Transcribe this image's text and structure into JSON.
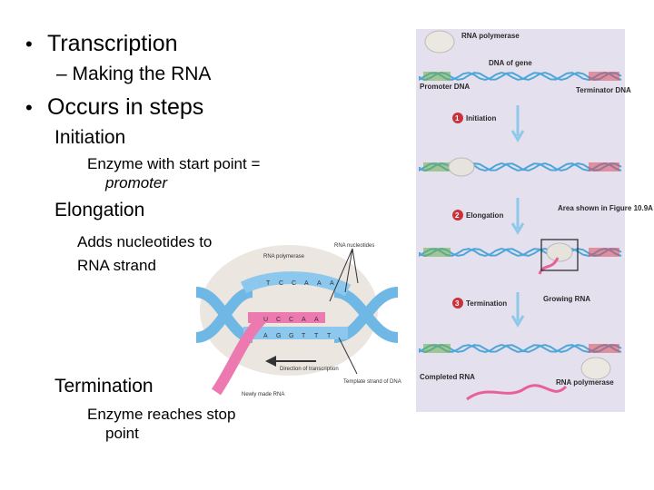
{
  "bullets": {
    "transcription": "Transcription",
    "making_rna": "Making the RNA",
    "occurs_in_steps": "Occurs in steps"
  },
  "steps": {
    "initiation_heading": "Initiation",
    "initiation_line1": "Enzyme with start point =",
    "initiation_line2": "promoter",
    "elongation_heading": "Elongation",
    "elongation_line1": "Adds nucleotides to",
    "elongation_line2": "RNA strand",
    "termination_heading": "Termination",
    "termination_line1": "Enzyme reaches stop",
    "termination_line2": "point"
  },
  "center_figure": {
    "rna_polymerase": "RNA polymerase",
    "rna_nucleotides": "RNA nucleotides",
    "direction": "Direction of transcription",
    "newly_made_rna": "Newly made RNA",
    "template_strand": "Template strand of DNA",
    "bases_top": [
      "T",
      "C",
      "C",
      "A",
      "A",
      "A"
    ],
    "bases_mid": [
      "U",
      "C",
      "C",
      "A",
      "A"
    ],
    "bases_bottom": [
      "A",
      "G",
      "G",
      "T",
      "T",
      "T"
    ]
  },
  "right_figure": {
    "rna_polymerase": "RNA polymerase",
    "dna_of_gene": "DNA of gene",
    "promoter_dna": "Promoter DNA",
    "terminator_dna": "Terminator DNA",
    "initiation": "Initiation",
    "elongation": "Elongation",
    "termination": "Termination",
    "area_shown": "Area shown in Figure 10.9A",
    "growing_rna": "Growing RNA",
    "completed_rna": "Completed RNA",
    "rna_polymerase_2": "RNA polymerase",
    "step_numbers": [
      "1",
      "2",
      "3"
    ]
  },
  "colors": {
    "figure_bg": "#e5e0ee",
    "dna_blue": "#4fa6d8",
    "promoter_green": "#6ab04c",
    "terminator_red": "#d94f5c",
    "rna_pink": "#e8609a",
    "polymerase": "#e6e2dc",
    "step_badge": "#c8323c"
  }
}
